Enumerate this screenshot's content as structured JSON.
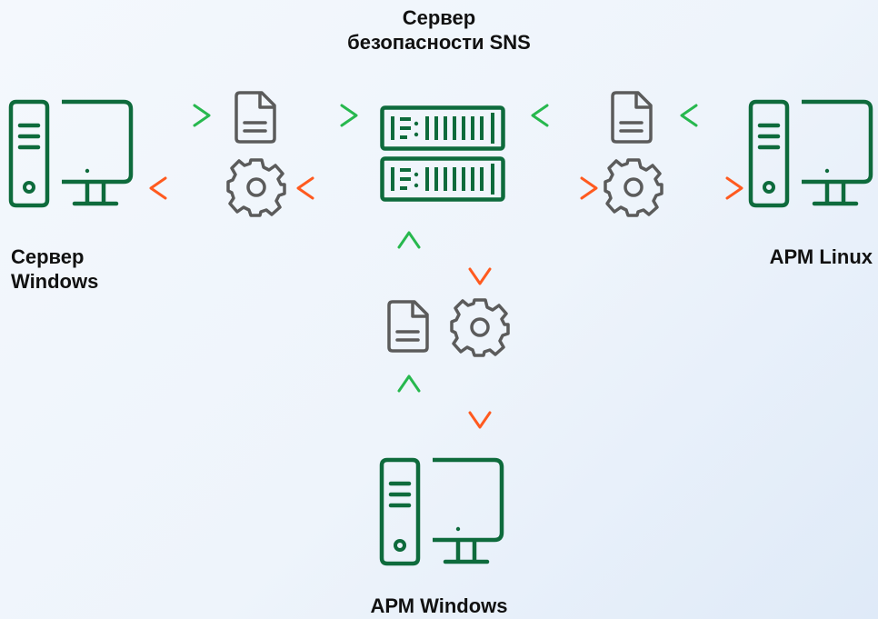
{
  "labels": {
    "security_server_line1": "Сервер",
    "security_server_line2": "безопасности SNS",
    "windows_server_line1": "Сервер",
    "windows_server_line2": "Windows",
    "arm_linux": "АРМ Linux",
    "arm_windows": "АРМ Windows"
  },
  "colors": {
    "primary_green": "#0e6b3c",
    "icon_gray": "#5b5b5b",
    "arrow_green": "#27b84e",
    "arrow_cyan": "#3ed6c4",
    "arrow_orange": "#ff5a1f",
    "arrow_yellow": "#ffd21f"
  },
  "icons": [
    "workstation-icon",
    "server-rack-icon",
    "document-icon",
    "gear-icon",
    "arrow-icon"
  ]
}
